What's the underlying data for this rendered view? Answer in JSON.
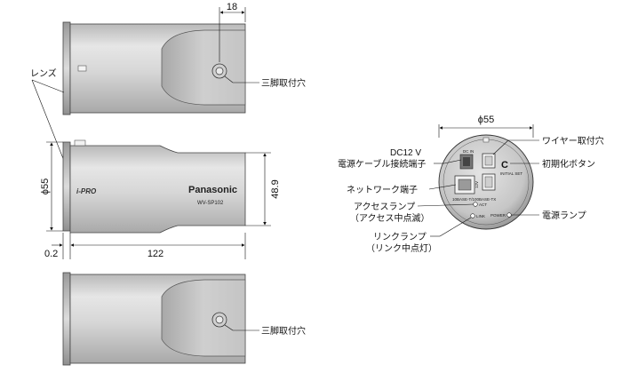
{
  "labels": {
    "lens": "レンズ",
    "tripod_hole_top": "三脚取付穴",
    "tripod_hole_bottom": "三脚取付穴",
    "dc12v": "DC12 V",
    "power_cable_terminal": "電源ケーブル接続端子",
    "network_terminal": "ネットワーク端子",
    "access_lamp": "アクセスランプ",
    "access_lamp_note": "（アクセス中点滅）",
    "link_lamp": "リンクランプ",
    "link_lamp_note": "（リンク中点灯）",
    "wire_hole": "ワイヤー取付穴",
    "init_button": "初期化ボタン",
    "power_lamp": "電源ランプ"
  },
  "dimensions": {
    "tripod_offset": "18",
    "front_diameter": "ϕ55",
    "side_diameter": "ϕ55",
    "height": "48.9",
    "length": "122",
    "lens_offset": "0.2"
  },
  "camera": {
    "brand": "Panasonic",
    "model": "WV-SP102",
    "logo": "i-PRO"
  },
  "back_panel": {
    "act": "ACT",
    "link": "LINK",
    "power": "POWER",
    "initial_set": "INITIAL SET",
    "dc_in": "DC IN",
    "network": "10BASE-T/100BASE-TX",
    "power_spec": "12V"
  }
}
